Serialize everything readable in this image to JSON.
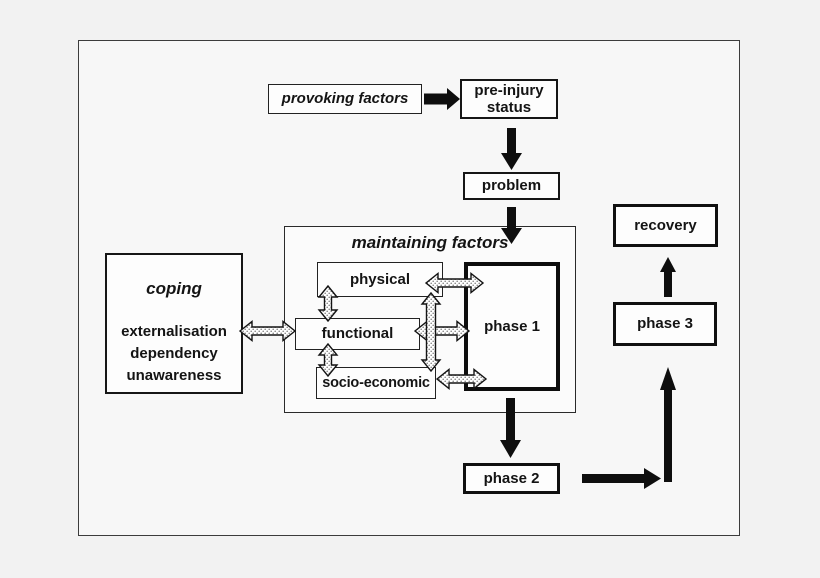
{
  "diagram": {
    "nodes": {
      "provoking_factors": {
        "label": "provoking factors"
      },
      "pre_injury_status": {
        "line1": "pre-injury",
        "line2": "status"
      },
      "problem": {
        "label": "problem"
      },
      "maintaining_factors": {
        "title": "maintaining factors"
      },
      "physical": {
        "label": "physical"
      },
      "functional": {
        "label": "functional"
      },
      "socio_economic": {
        "label": "socio-economic"
      },
      "phase_1": {
        "label": "phase 1"
      },
      "coping": {
        "title": "coping",
        "items": [
          "externalisation",
          "dependency",
          "unawareness"
        ]
      },
      "recovery": {
        "label": "recovery"
      },
      "phase_3": {
        "label": "phase 3"
      },
      "phase_2": {
        "label": "phase 2"
      }
    },
    "edges": [
      {
        "from": "provoking factors",
        "to": "pre-injury status",
        "style": "solid-arrow"
      },
      {
        "from": "pre-injury status",
        "to": "problem",
        "style": "solid-arrow"
      },
      {
        "from": "problem",
        "to": "phase 1",
        "style": "solid-arrow"
      },
      {
        "from": "phase 1",
        "to": "phase 2",
        "style": "solid-arrow"
      },
      {
        "from": "phase 2",
        "to": "phase 3",
        "style": "solid-arrow"
      },
      {
        "from": "phase 3",
        "to": "recovery",
        "style": "solid-arrow"
      },
      {
        "from": "coping",
        "to": "functional",
        "style": "double-arrow"
      },
      {
        "from": "physical",
        "to": "functional",
        "style": "double-arrow"
      },
      {
        "from": "functional",
        "to": "socio-economic",
        "style": "double-arrow"
      },
      {
        "from": "physical",
        "to": "socio-economic",
        "style": "double-arrow"
      },
      {
        "from": "physical",
        "to": "phase 1",
        "style": "double-arrow"
      },
      {
        "from": "functional",
        "to": "phase 1",
        "style": "double-arrow"
      },
      {
        "from": "socio-economic",
        "to": "phase 1",
        "style": "double-arrow"
      }
    ],
    "colors": {
      "ink": "#141414",
      "box_fill": "#fdfdfd",
      "frame_bg": "#f7f7f7",
      "page_bg": "#f2f2f2",
      "stipple_dot": "#7a7a7a"
    }
  }
}
